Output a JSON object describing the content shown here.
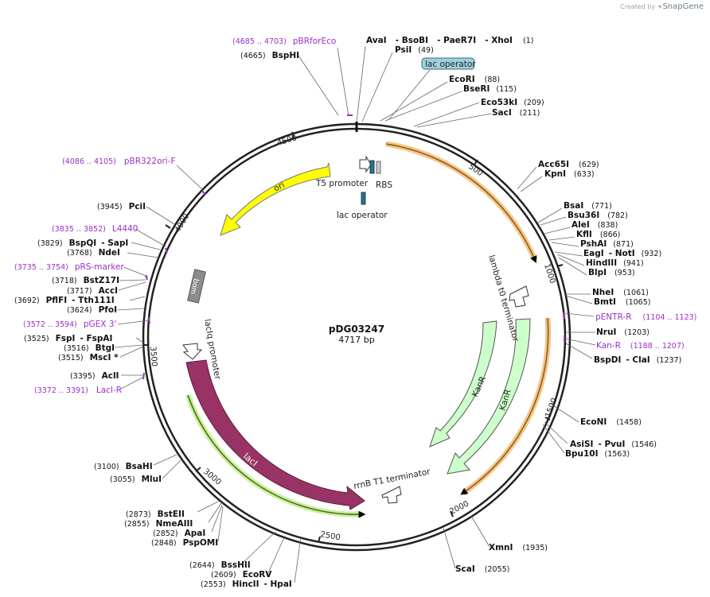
{
  "credit": {
    "prefix": "Created by",
    "brand": "SnapGene"
  },
  "plasmid": {
    "name": "pDG03247",
    "length": "4717 bp"
  },
  "ticks": [
    {
      "label": "500"
    },
    {
      "label": "1000"
    },
    {
      "label": "1500"
    },
    {
      "label": "2000"
    },
    {
      "label": "2500"
    },
    {
      "label": "3000"
    },
    {
      "label": "3500"
    },
    {
      "label": "4000"
    },
    {
      "label": "4500"
    }
  ],
  "enzyme_labels": [
    {
      "names": [
        "AvaI",
        "- BsoBI",
        "- PaeR7I",
        "- XhoI"
      ],
      "pos": "(1)"
    },
    {
      "names": [
        "PsiI"
      ],
      "pos": "(49)"
    },
    {
      "names": [
        "EcoRI"
      ],
      "pos": "(88)"
    },
    {
      "names": [
        "BseRI"
      ],
      "pos": "(115)"
    },
    {
      "names": [
        "Eco53kI"
      ],
      "pos": "(209)"
    },
    {
      "names": [
        "SacI"
      ],
      "pos": "(211)"
    },
    {
      "names": [
        "Acc65I"
      ],
      "pos": "(629)"
    },
    {
      "names": [
        "KpnI"
      ],
      "pos": "(633)"
    },
    {
      "names": [
        "BsaI"
      ],
      "pos": "(771)"
    },
    {
      "names": [
        "Bsu36I"
      ],
      "pos": "(782)"
    },
    {
      "names": [
        "AleI"
      ],
      "pos": "(838)"
    },
    {
      "names": [
        "KflI"
      ],
      "pos": "(866)"
    },
    {
      "names": [
        "PshAI"
      ],
      "pos": "(871)"
    },
    {
      "names": [
        "EagI",
        "- NotI"
      ],
      "pos": "(932)"
    },
    {
      "names": [
        "HindIII"
      ],
      "pos": "(941)"
    },
    {
      "names": [
        "BlpI"
      ],
      "pos": "(953)"
    },
    {
      "names": [
        "NheI"
      ],
      "pos": "(1061)"
    },
    {
      "names": [
        "BmtI"
      ],
      "pos": "(1065)"
    },
    {
      "names": [
        "NruI"
      ],
      "pos": "(1203)"
    },
    {
      "names": [
        "BspDI",
        "- ClaI"
      ],
      "pos": "(1237)"
    },
    {
      "names": [
        "EcoNI"
      ],
      "pos": "(1458)"
    },
    {
      "names": [
        "AsiSI",
        "- PvuI"
      ],
      "pos": "(1546)"
    },
    {
      "names": [
        "Bpu10I"
      ],
      "pos": "(1563)"
    },
    {
      "names": [
        "XmnI"
      ],
      "pos": "(1935)"
    },
    {
      "names": [
        "ScaI"
      ],
      "pos": "(2055)"
    },
    {
      "names": [
        "BssHII"
      ],
      "pos": "(2644)"
    },
    {
      "names": [
        "EcoRV"
      ],
      "pos": "(2609)"
    },
    {
      "names": [
        "HincII",
        "- HpaI"
      ],
      "pos": "(2553)"
    },
    {
      "names": [
        "BstEII"
      ],
      "pos": "(2873)"
    },
    {
      "names": [
        "NmeAIII"
      ],
      "pos": "(2855)"
    },
    {
      "names": [
        "ApaI"
      ],
      "pos": "(2852)"
    },
    {
      "names": [
        "PspOMI"
      ],
      "pos": "(2848)"
    },
    {
      "names": [
        "BsaHI"
      ],
      "pos": "(3100)"
    },
    {
      "names": [
        "MluI"
      ],
      "pos": "(3055)"
    },
    {
      "names": [
        "AclI"
      ],
      "pos": "(3395)"
    },
    {
      "names": [
        "FspI",
        "- FspAI"
      ],
      "pos": "(3525)"
    },
    {
      "names": [
        "BtgI"
      ],
      "pos": "(3516)"
    },
    {
      "names": [
        "MscI *"
      ],
      "pos": "(3515)"
    },
    {
      "names": [
        "BstZ17I"
      ],
      "pos": "(3718)"
    },
    {
      "names": [
        "AccI"
      ],
      "pos": "(3717)"
    },
    {
      "names": [
        "PflFI",
        "- Tth111I"
      ],
      "pos": "(3692)"
    },
    {
      "names": [
        "PfoI"
      ],
      "pos": "(3624)"
    },
    {
      "names": [
        "BspQI",
        "- SapI"
      ],
      "pos": "(3829)"
    },
    {
      "names": [
        "NdeI"
      ],
      "pos": "(3768)"
    },
    {
      "names": [
        "PciI"
      ],
      "pos": "(3945)"
    },
    {
      "names": [
        "BspHI"
      ],
      "pos": "(4665)"
    }
  ],
  "primers": [
    {
      "name": "pBRforEco",
      "range": "(4685 .. 4703)"
    },
    {
      "name": "pBR322ori-F",
      "range": "(4086 .. 4105)"
    },
    {
      "name": "L4440",
      "range": "(3835 .. 3852)"
    },
    {
      "name": "pRS-marker",
      "range": "(3735 .. 3754)"
    },
    {
      "name": "pGEX 3'",
      "range": "(3572 .. 3594)"
    },
    {
      "name": "LacI-R",
      "range": "(3372 .. 3391)"
    },
    {
      "name": "pENTR-R",
      "range": "(1104 .. 1123)"
    },
    {
      "name": "Kan-R",
      "range": "(1188 .. 1207)"
    }
  ],
  "features": {
    "lac_operator_box": "lac operator",
    "lac_operator_inner": "lac operator",
    "t5_promoter": "T5 promoter",
    "rbs": "RBS",
    "ori": "ori",
    "bom": "bom",
    "lacIq_promoter": "lacIq promoter",
    "lacI": "lacI",
    "rrnB_T1_terminator": "rrnB T1 terminator",
    "lambda_t0_terminator": "lambda t0 terminator",
    "kanR_outer": "KanR",
    "kanR_inner": "KanR"
  },
  "colors": {
    "ori": "#ffff00",
    "lacI": "#993366",
    "kanR": "#ccffcc",
    "primer": "#9b2fc8",
    "orange_feature": "#f5a623",
    "lac_operator": "#9fd0dc",
    "bom": "#8c8c8c"
  }
}
